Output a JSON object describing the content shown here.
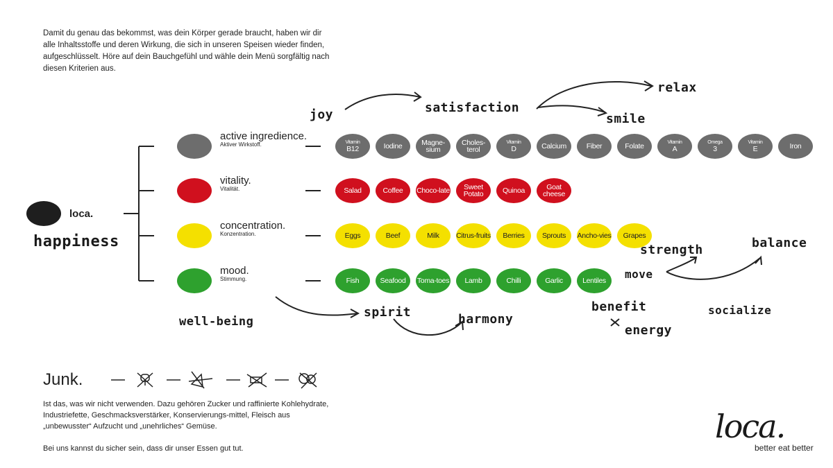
{
  "intro": "Damit du genau das bekommst, was dein Körper gerade braucht, haben wir dir alle Inhaltsstoffe und deren Wirkung, die sich in unseren Speisen wieder finden, aufgeschlüsselt. Höre auf dein Bauchgefühl und wähle dein Menü sorgfältig nach diesen Kriterien aus.",
  "root": {
    "label": "loca.",
    "tagline": "happiness",
    "color": "#1e1e1e"
  },
  "categories": [
    {
      "title": "active ingredience.",
      "subtitle": "Aktiver Wirkstoff.",
      "color": "#6d6d6d",
      "items": [
        {
          "small": "Vitamin",
          "main": "B12"
        },
        {
          "main": "Iodine"
        },
        {
          "main": "Magne-sium"
        },
        {
          "main": "Choles-terol"
        },
        {
          "small": "Vitamin",
          "main": "D"
        },
        {
          "main": "Calcium"
        },
        {
          "main": "Fiber"
        },
        {
          "main": "Folate"
        },
        {
          "small": "Vitamin",
          "main": "A"
        },
        {
          "small": "Omega",
          "main": "3"
        },
        {
          "small": "Vitamin",
          "main": "E"
        },
        {
          "main": "Iron"
        }
      ]
    },
    {
      "title": "vitality.",
      "subtitle": "Vitalität.",
      "color": "#d0101e",
      "items": [
        {
          "main": "Salad"
        },
        {
          "main": "Coffee"
        },
        {
          "main": "Choco-late"
        },
        {
          "main": "Sweet Potato"
        },
        {
          "main": "Quinoa"
        },
        {
          "main": "Goat cheese"
        }
      ]
    },
    {
      "title": "concentration.",
      "subtitle": "Konzentration.",
      "color": "#f4e000",
      "items": [
        {
          "main": "Eggs"
        },
        {
          "main": "Beef"
        },
        {
          "main": "Milk"
        },
        {
          "main": "Citrus-fruits"
        },
        {
          "main": "Berries"
        },
        {
          "main": "Sprouts"
        },
        {
          "main": "Ancho-vies"
        },
        {
          "main": "Grapes"
        }
      ]
    },
    {
      "title": "mood.",
      "subtitle": "Stimmung.",
      "color": "#2ea12e",
      "items": [
        {
          "main": "Fish"
        },
        {
          "main": "Seafood"
        },
        {
          "main": "Toma-toes"
        },
        {
          "main": "Lamb"
        },
        {
          "main": "Chilli"
        },
        {
          "main": "Garlic"
        },
        {
          "main": "Lentiles"
        }
      ]
    }
  ],
  "words": {
    "joy": "joy",
    "satisfaction": "satisfaction",
    "relax": "relax",
    "smile": "smile",
    "strength": "strength",
    "balance": "balance",
    "move": "move",
    "benefit": "benefit",
    "energy": "energy",
    "socialize": "socialize",
    "spirit": "spirit",
    "harmony": "harmony",
    "wellbeing": "well-being"
  },
  "junk": {
    "title": "Junk.",
    "text": "Ist das, was wir nicht verwenden. Dazu gehören Zucker und raffinierte Kohlehydrate, Industriefette, Geschmacksverstärker, Konservierungs-mittel, Fleisch aus „unbewusster“ Aufzucht und „unehrliches“ Gemüse.",
    "footer": "Bei uns kannst du sicher sein, dass dir unser Essen gut tut.",
    "icons": [
      "icecream-crossed-icon",
      "pizza-crossed-icon",
      "candy-crossed-icon",
      "pretzel-crossed-icon"
    ]
  },
  "logo": {
    "text": "loca.",
    "slogan": "better eat better"
  }
}
